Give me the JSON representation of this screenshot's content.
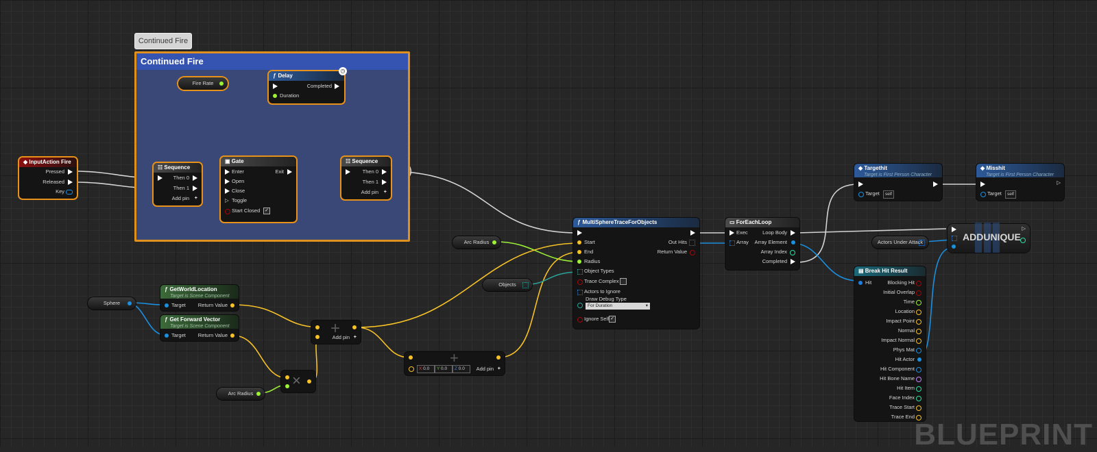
{
  "comment": {
    "tab": "Continued Fire",
    "title": "Continued Fire"
  },
  "vars": {
    "fire_rate": "Fire Rate",
    "arc_radius_1": "Arc Radius",
    "objects": "Objects",
    "sphere": "Sphere",
    "arc_radius_2": "Arc Radius",
    "actors_under_attack": "Actors Under Attack"
  },
  "input_action": {
    "title": "InputAction Fire",
    "pressed": "Pressed",
    "released": "Released",
    "key": "Key"
  },
  "delay": {
    "title": "Delay",
    "completed": "Completed",
    "duration": "Duration"
  },
  "sequence1": {
    "title": "Sequence",
    "then0": "Then 0",
    "then1": "Then 1",
    "add_pin": "Add pin"
  },
  "gate": {
    "title": "Gate",
    "enter": "Enter",
    "exit": "Exit",
    "open": "Open",
    "close": "Close",
    "toggle": "Toggle",
    "start_closed": "Start Closed"
  },
  "sequence2": {
    "title": "Sequence",
    "then0": "Then 0",
    "then1": "Then 1",
    "add_pin": "Add pin"
  },
  "trace": {
    "title": "MultiSphereTraceForObjects",
    "start": "Start",
    "end": "End",
    "radius": "Radius",
    "object_types": "Object Types",
    "trace_complex": "Trace Complex",
    "actors_to_ignore": "Actors to Ignore",
    "draw_debug_type": "Draw Debug Type",
    "draw_debug_value": "For Duration",
    "ignore_self": "Ignore Self",
    "out_hits": "Out Hits",
    "return_value": "Return Value"
  },
  "foreach": {
    "title": "ForEachLoop",
    "exec": "Exec",
    "array": "Array",
    "loop_body": "Loop Body",
    "array_element": "Array Element",
    "array_index": "Array Index",
    "completed": "Completed"
  },
  "targethit": {
    "title": "Targethit",
    "subtitle": "Target is First Person Character",
    "target": "Target",
    "self": "self"
  },
  "misshit": {
    "title": "Misshit",
    "subtitle": "Target is First Person Character",
    "target": "Target",
    "self": "self"
  },
  "addunique": {
    "title": "ADDUNIQUE"
  },
  "breakhit": {
    "title": "Break Hit Result",
    "hit": "Hit",
    "outputs": [
      "Blocking Hit",
      "Initial Overlap",
      "Time",
      "Location",
      "Impact Point",
      "Normal",
      "Impact Normal",
      "Phys Mat",
      "Hit Actor",
      "Hit Component",
      "Hit Bone Name",
      "Hit Item",
      "Face Index",
      "Trace Start",
      "Trace End"
    ]
  },
  "getworldloc": {
    "title": "GetWorldLocation",
    "subtitle": "Target is Scene Component",
    "target": "Target",
    "return_value": "Return Value"
  },
  "getforward": {
    "title": "Get Forward Vector",
    "subtitle": "Target is Scene Component",
    "target": "Target",
    "return_value": "Return Value"
  },
  "add1": {
    "add_pin": "Add pin"
  },
  "add2": {
    "add_pin": "Add pin",
    "x": "0.0",
    "y": "0.0",
    "z": "0.0",
    "x_label": "X",
    "y_label": "Y",
    "z_label": "Z"
  },
  "multiply": {
    "symbol": "×"
  },
  "watermark": "BLUEPRINT",
  "colors": {
    "exec": "#ffffff",
    "float": "#9cf235",
    "vector": "#f8c227",
    "object": "#1b8fe0",
    "struct": "#1f7ee0",
    "bool": "#a4060a",
    "name": "#c880ff",
    "int": "#2ce09c",
    "selected": "#e8921a"
  }
}
